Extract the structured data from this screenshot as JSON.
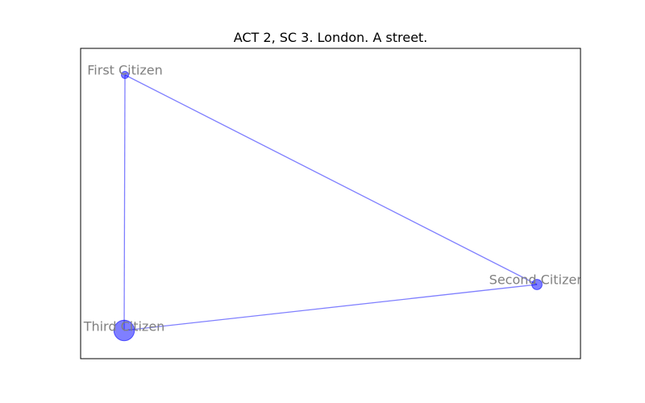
{
  "title": "ACT 2, SC 3. London. A street.",
  "colors": {
    "node": "#0000ff",
    "edge": "#0000ff",
    "label": "#808080",
    "frame": "#000000"
  },
  "nodes": [
    {
      "id": "first",
      "label": "First Citizen",
      "weight": 1
    },
    {
      "id": "second",
      "label": "Second Citizen",
      "weight": 2
    },
    {
      "id": "third",
      "label": "Third Citizen",
      "weight": 8
    }
  ],
  "edges": [
    {
      "source": "first",
      "target": "second"
    },
    {
      "source": "first",
      "target": "third"
    },
    {
      "source": "third",
      "target": "second"
    }
  ]
}
